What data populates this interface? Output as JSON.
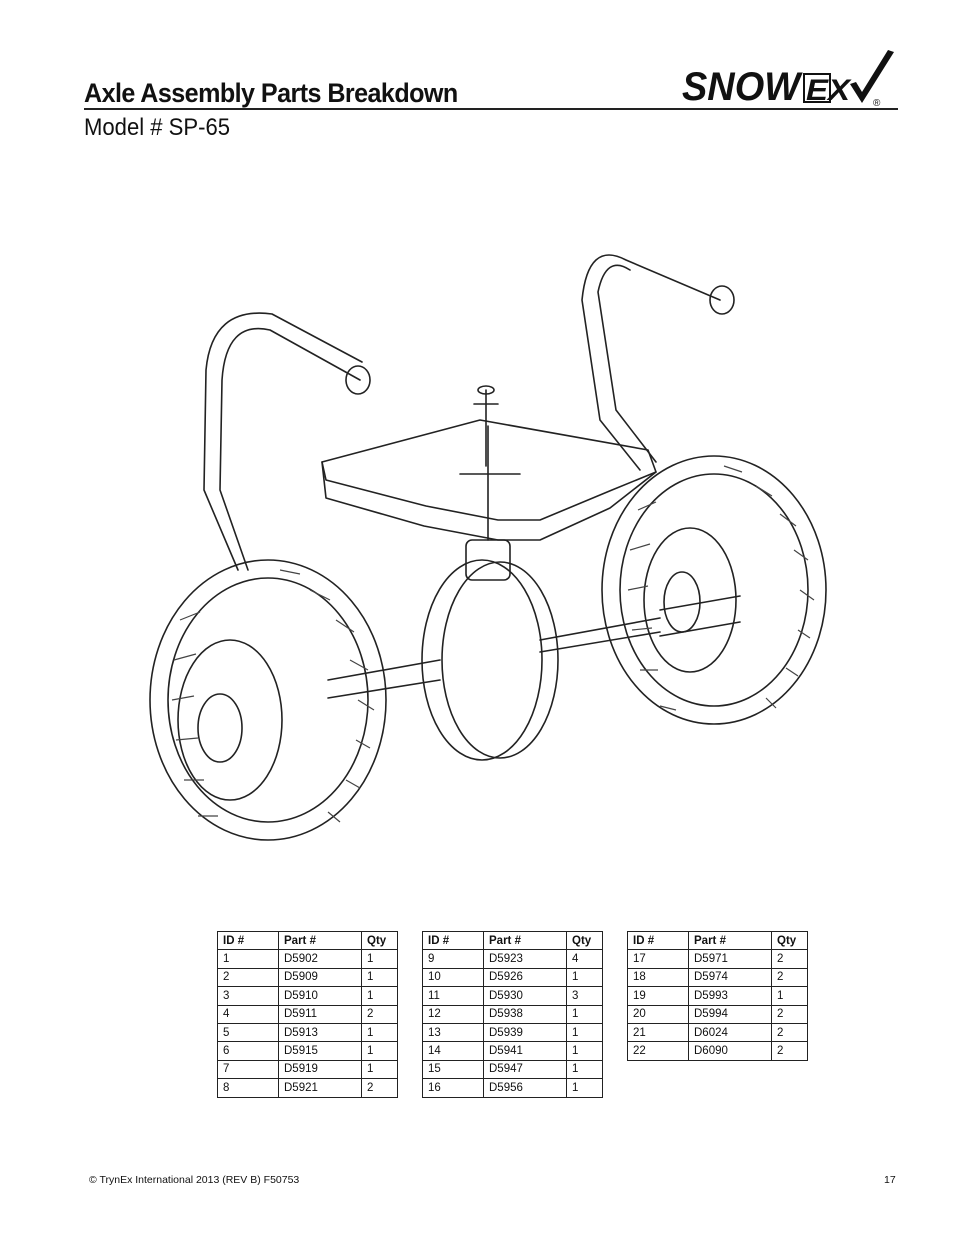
{
  "header": {
    "title": "Axle Assembly Parts Breakdown",
    "model": "Model # SP-65",
    "logo": {
      "text_snow": "SNOW",
      "text_ex": "EX",
      "registered": "®",
      "check_icon": "check-mark-icon"
    }
  },
  "tables": [
    {
      "headers": [
        "ID #",
        "Part #",
        "Qty"
      ],
      "rows": [
        [
          "1",
          "D5902",
          "1"
        ],
        [
          "2",
          "D5909",
          "1"
        ],
        [
          "3",
          "D5910",
          "1"
        ],
        [
          "4",
          "D5911",
          "2"
        ],
        [
          "5",
          "D5913",
          "1"
        ],
        [
          "6",
          "D5915",
          "1"
        ],
        [
          "7",
          "D5919",
          "1"
        ],
        [
          "8",
          "D5921",
          "2"
        ]
      ]
    },
    {
      "headers": [
        "ID #",
        "Part #",
        "Qty"
      ],
      "rows": [
        [
          "9",
          "D5923",
          "4"
        ],
        [
          "10",
          "D5926",
          "1"
        ],
        [
          "11",
          "D5930",
          "3"
        ],
        [
          "12",
          "D5938",
          "1"
        ],
        [
          "13",
          "D5939",
          "1"
        ],
        [
          "14",
          "D5941",
          "1"
        ],
        [
          "15",
          "D5947",
          "1"
        ],
        [
          "16",
          "D5956",
          "1"
        ]
      ]
    },
    {
      "headers": [
        "ID #",
        "Part #",
        "Qty"
      ],
      "rows": [
        [
          "17",
          "D5971",
          "2"
        ],
        [
          "18",
          "D5974",
          "2"
        ],
        [
          "19",
          "D5993",
          "1"
        ],
        [
          "20",
          "D5994",
          "2"
        ],
        [
          "21",
          "D6024",
          "2"
        ],
        [
          "22",
          "D6090",
          "2"
        ]
      ]
    }
  ],
  "footer": {
    "copyright": "© TrynEx International 2013 (REV B) F50753",
    "page_number": "17"
  }
}
